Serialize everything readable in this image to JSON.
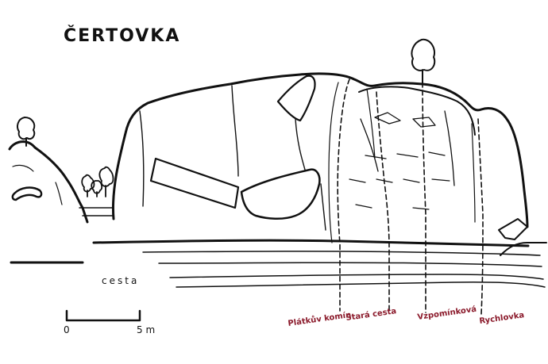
{
  "title": "ČERTOVKA",
  "path_label": "cesta",
  "scale": {
    "start": "0",
    "end": "5 m"
  },
  "routes": [
    {
      "name": "Plátkův komín"
    },
    {
      "name": "Stará cesta"
    },
    {
      "name": "Vzpomínková"
    },
    {
      "name": "Rychlovka"
    }
  ],
  "colors": {
    "ink": "#111111",
    "route_label": "#8b1a2b",
    "background": "#ffffff"
  }
}
